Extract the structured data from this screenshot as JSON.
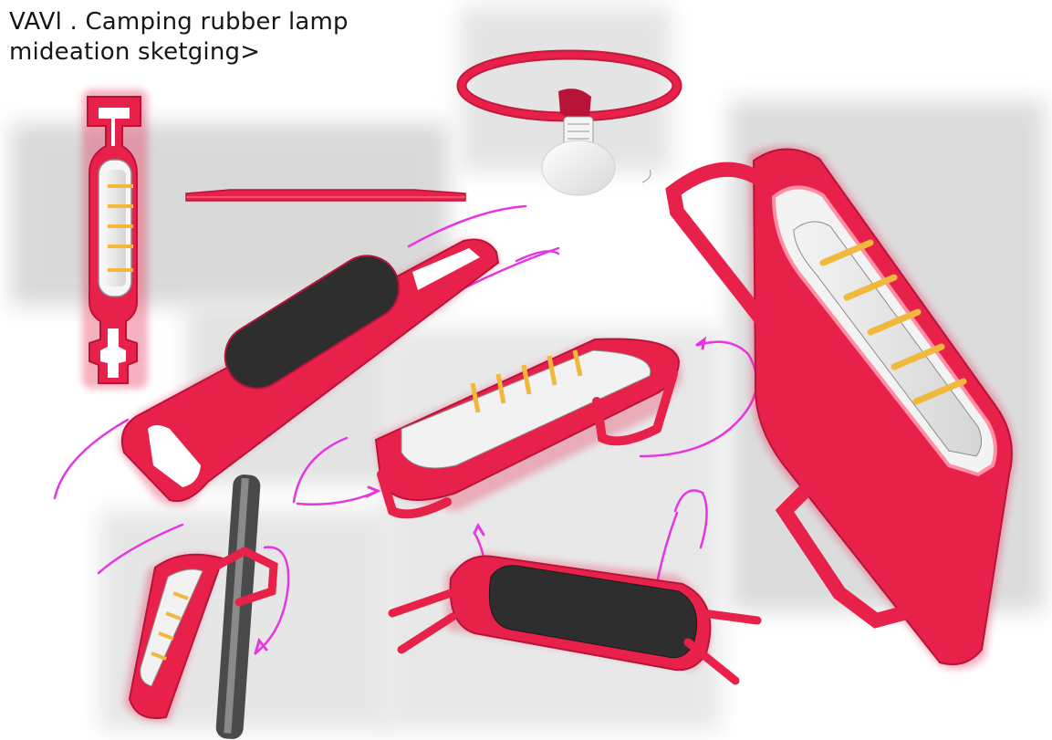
{
  "title": {
    "line1": "VAVl . Camping rubber lamp",
    "line2": "mideation sketging>"
  },
  "colors": {
    "lamp_red": "#e8214b",
    "lamp_red_dark": "#c0123a",
    "led_yellow": "#f0b93c",
    "arrow_magenta": "#e636e0",
    "panel_dark": "#2e2e2e",
    "shadow_grey": "#d9d9d9"
  },
  "views": [
    "front-view-lamp",
    "side-profile-lamp",
    "headband-bulb",
    "angled-back-view-lamp",
    "standing-perspective-lamp",
    "clip-on-pole-lamp",
    "bottom-perspective-lamp",
    "closeup-perspective-lamp"
  ]
}
